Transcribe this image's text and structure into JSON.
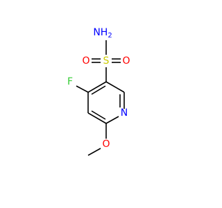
{
  "molecule": {
    "atoms": {
      "amine_n": {
        "symbol": "N",
        "label": "NH",
        "subscript": "2",
        "color": "#0000ff"
      },
      "sulfur": {
        "symbol": "S",
        "label": "S",
        "color": "#cccc00"
      },
      "oxygen_left": {
        "symbol": "O",
        "label": "O",
        "color": "#ff0000"
      },
      "oxygen_right": {
        "symbol": "O",
        "label": "O",
        "color": "#ff0000"
      },
      "fluorine": {
        "symbol": "F",
        "label": "F",
        "color": "#33cc33"
      },
      "ring_n": {
        "symbol": "N",
        "label": "N",
        "color": "#0000ff"
      },
      "ether_o": {
        "symbol": "O",
        "label": "O",
        "color": "#ff0000"
      }
    },
    "bond_color": "#000000"
  }
}
